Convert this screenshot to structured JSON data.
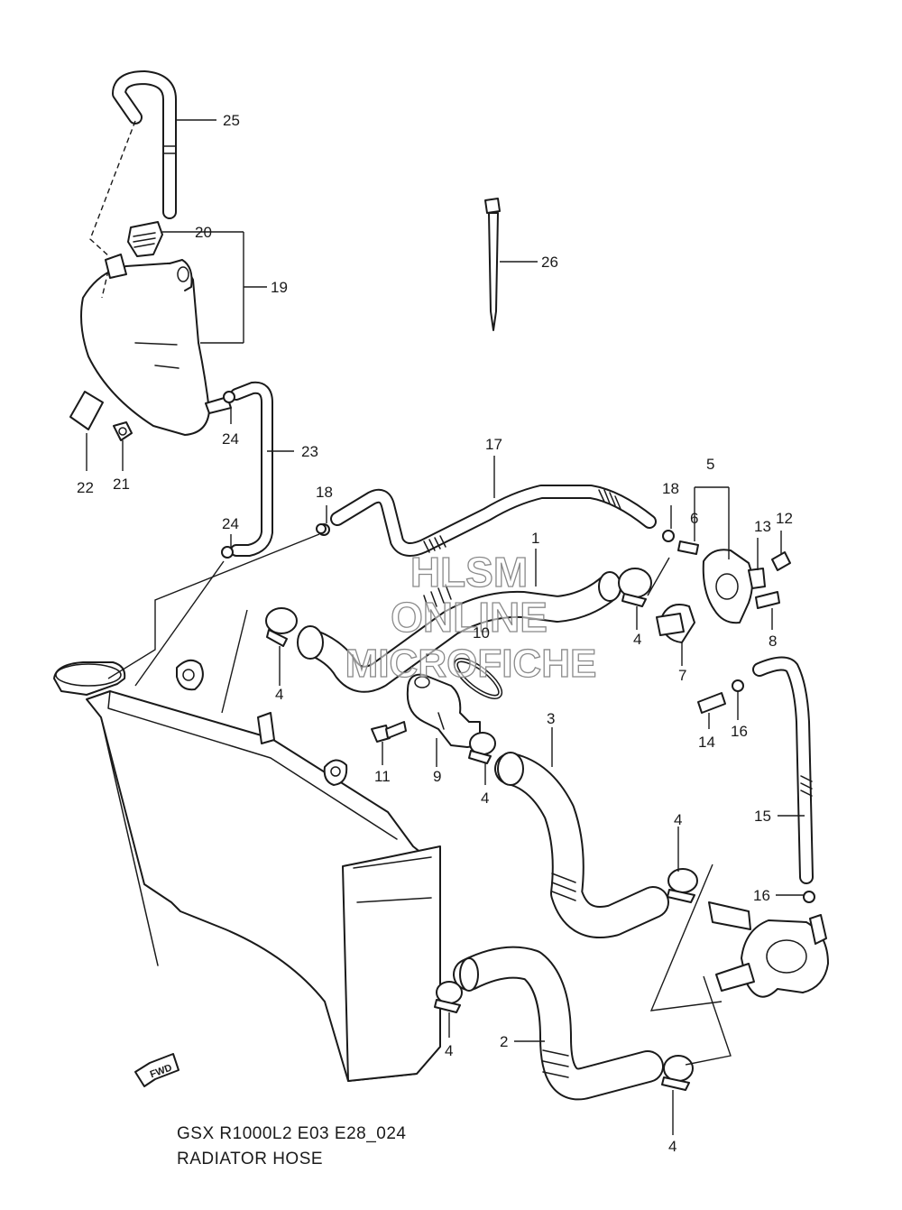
{
  "diagram": {
    "model_code": "GSX R1000L2 E03 E28_024",
    "title": "RADIATOR HOSE",
    "direction_marker": "FWD",
    "watermark": [
      "HLSM",
      "ONLINE",
      "MICROFICHE"
    ],
    "callouts": {
      "c25": "25",
      "c20": "20",
      "c19": "19",
      "c26": "26",
      "c24a": "24",
      "c22": "22",
      "c21": "21",
      "c23": "23",
      "c17": "17",
      "c18a": "18",
      "c18b": "18",
      "c24b": "24",
      "c1": "1",
      "c5": "5",
      "c6": "6",
      "c13": "13",
      "c12": "12",
      "c10": "10",
      "c4a": "4",
      "c4b": "4",
      "c7": "7",
      "c8": "8",
      "c11": "11",
      "c9": "9",
      "c4c": "4",
      "c3": "3",
      "c14": "14",
      "c16a": "16",
      "c4d": "4",
      "c15": "15",
      "c16b": "16",
      "c4e": "4",
      "c2": "2",
      "c4f": "4"
    }
  }
}
